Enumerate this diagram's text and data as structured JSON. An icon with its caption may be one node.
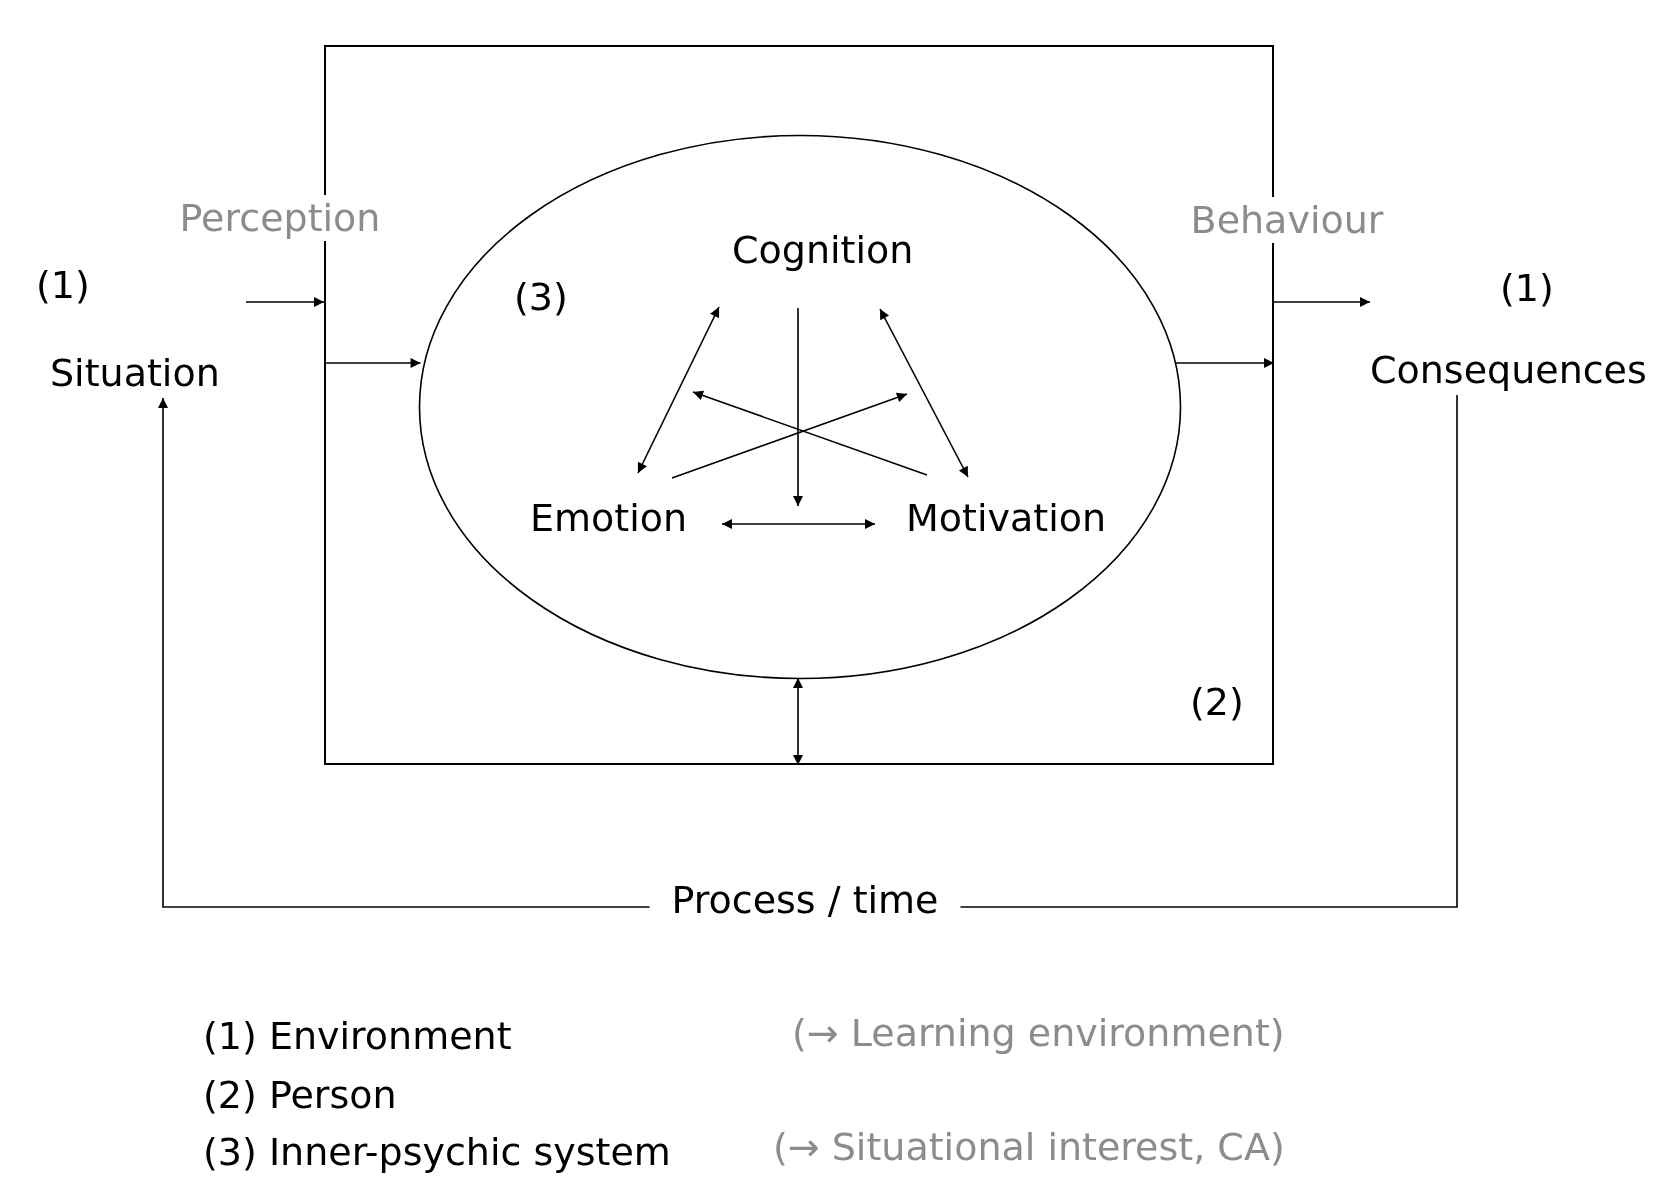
{
  "diagram": {
    "nodes": [
      {
        "text": [
          "(1)",
          "Situation"
        ]
      },
      {
        "text": [
          "(2)"
        ]
      },
      {
        "text": [
          "(3)"
        ],
        "in": 1
      },
      {
        "text": [
          "Cognition"
        ],
        "in": 2
      },
      {
        "text": [
          "Emotion"
        ],
        "in": 2
      },
      {
        "text": [
          "Motivation"
        ],
        "in": 2
      },
      {
        "text": [
          "(1)",
          "Consequences"
        ]
      }
    ],
    "edges": [
      {
        "from": 0,
        "to": 1,
        "arrow": "to",
        "label": "Perception"
      },
      {
        "from": 1,
        "to": 2,
        "arrow": "to"
      },
      {
        "from": 2,
        "to": 1,
        "arrow": "to"
      },
      {
        "from": 1,
        "to": 6,
        "arrow": "to",
        "label": "Behaviour"
      },
      {
        "from": 3,
        "to": 4,
        "arrow": "both"
      },
      {
        "from": 3,
        "to": 5,
        "arrow": "both"
      },
      {
        "from": 3,
        "to": null,
        "arrow": "to"
      },
      {
        "from": 4,
        "to": null,
        "arrow": "to"
      },
      {
        "from": 5,
        "to": null,
        "arrow": "to"
      },
      {
        "from": 4,
        "to": 5,
        "arrow": "both"
      },
      {
        "from": 2,
        "to": 1,
        "arrow": "both"
      },
      {
        "from": 6,
        "to": 0,
        "arrow": "to",
        "label": "Process / time"
      }
    ],
    "labels": [
      "(1) Environment",
      "(→ Learning environment)",
      "(2) Person",
      "(3) Inner-psychic system",
      "(→ Situational interest, CA)"
    ]
  }
}
